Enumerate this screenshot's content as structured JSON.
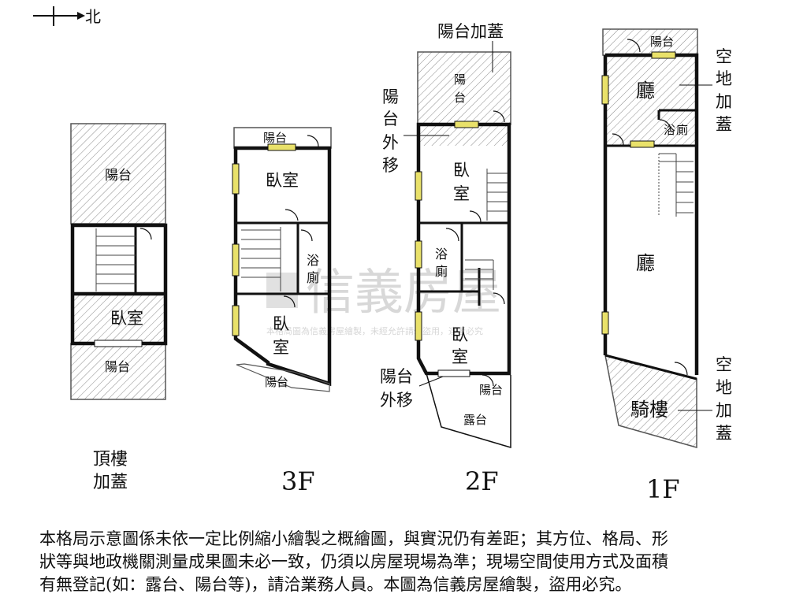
{
  "compass": {
    "north_label": "北"
  },
  "floors": {
    "roof": {
      "name_line1": "頂樓",
      "name_line2": "加蓋",
      "rooms": {
        "balcony_top": "陽台",
        "bedroom": "臥室",
        "balcony_bottom": "陽台"
      }
    },
    "f3": {
      "name": "3F",
      "rooms": {
        "balcony_top": "陽台",
        "bedroom_top": "臥室",
        "bath_line1": "浴",
        "bath_line2": "廁",
        "bedroom_bottom_line1": "臥",
        "bedroom_bottom_line2": "室",
        "balcony_bottom": "陽台"
      }
    },
    "f2": {
      "name": "2F",
      "rooms": {
        "balcony_top_line1": "陽",
        "balcony_top_line2": "台",
        "bedroom_top_line1": "臥",
        "bedroom_top_line2": "室",
        "bath_line1": "浴",
        "bath_line2": "廁",
        "bedroom_bottom_line1": "臥",
        "bedroom_bottom_line2": "室",
        "balcony_bottom": "陽台",
        "terrace": "露台"
      },
      "notes": {
        "balcony_addition": "陽台加蓋",
        "balcony_shift_upper": [
          "陽",
          "台",
          "外",
          "移"
        ],
        "balcony_shift_lower_line1": "陽台",
        "balcony_shift_lower_line2": "外移"
      }
    },
    "f1": {
      "name": "1F",
      "rooms": {
        "balcony_top": "陽台",
        "hall_top": "廳",
        "bath_line1": "浴",
        "bath_line2": "廁",
        "hall_main": "廳",
        "arcade": "騎樓"
      },
      "notes": {
        "open_space_addition_upper": [
          "空",
          "地",
          "加",
          "蓋"
        ],
        "open_space_addition_lower": [
          "空",
          "地",
          "加",
          "蓋"
        ]
      }
    }
  },
  "watermark": {
    "brand": "信義房屋",
    "notice": "本格局圖為信義房屋繪製，未經允許請勿盜用，違者必究"
  },
  "disclaimer": [
    "本格局示意圖係未依一定比例縮小繪製之概繪圖，與實況仍有差距；其方位、格局、形",
    "狀等與地政機關測量成果圖未必一致，仍須以房屋現場為準；現場空間使用方式及面積",
    "有無登記(如：露台、陽台等)，請洽業務人員。本圖為信義房屋繪製，盜用必究。"
  ],
  "colors": {
    "wall": "#111111",
    "hatch": "#8a8a8a",
    "window": "#e9e16a",
    "watermark": "#c9c9c9"
  }
}
